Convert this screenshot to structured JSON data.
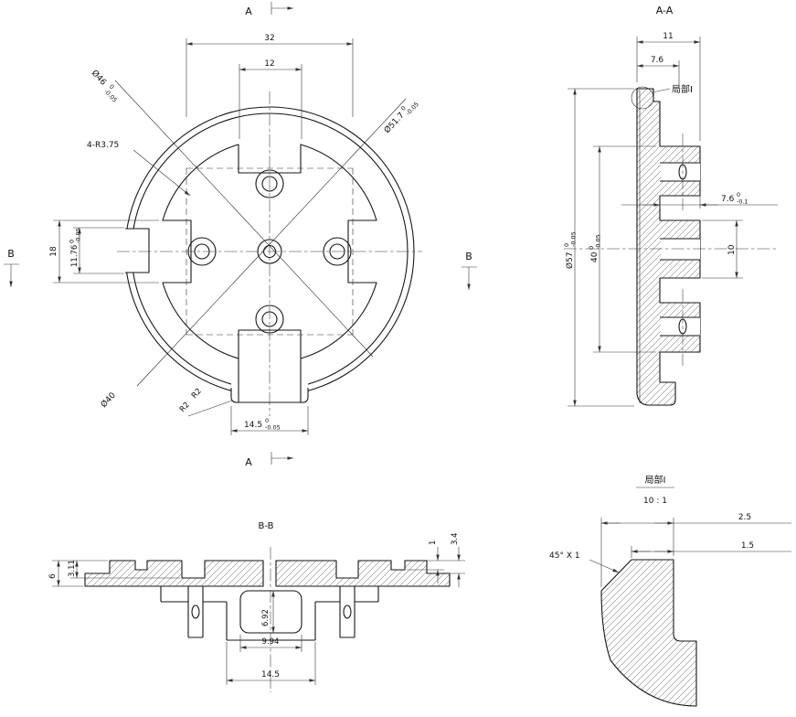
{
  "drawing": {
    "front": {
      "section_marker_top": "A",
      "section_marker_bottom": "A",
      "section_marker_left": "B",
      "section_marker_right": "B",
      "dim_width_outer": "32",
      "dim_width_slot": "12",
      "dim_dia_46": {
        "value": "Ø46",
        "tol_upper": "0",
        "tol_lower": "-0.05"
      },
      "dim_dia_517": {
        "value": "Ø51.7",
        "tol_upper": "0",
        "tol_lower": "-0.05"
      },
      "dim_radius_callout": "4-R3.75",
      "dim_height_18": "18",
      "dim_height_1176": {
        "value": "11.76",
        "tol_upper": "0",
        "tol_lower": "-0.05"
      },
      "dim_dia_40": "Ø40",
      "dim_r2_a": "R2",
      "dim_r2_b": "R2",
      "dim_width_145": {
        "value": "14.5",
        "tol_upper": "0",
        "tol_lower": "-0.05"
      }
    },
    "section_aa": {
      "title": "A-A",
      "dim_11": "11",
      "dim_76": "7.6",
      "detail_callout": "局部I",
      "dim_dia_57": {
        "value": "Ø57",
        "tol_upper": "0",
        "tol_lower": "-0.05"
      },
      "dim_40": {
        "value": "40",
        "tol_upper": "0",
        "tol_lower": "-0.05"
      },
      "dim_76_tol": {
        "value": "7.6",
        "tol_upper": "0",
        "tol_lower": "-0.1"
      },
      "dim_10": "10"
    },
    "section_bb": {
      "title": "B-B",
      "dim_6": "6",
      "dim_311": "3.11",
      "dim_1": "1",
      "dim_34": "3.4",
      "dim_692": "6.92",
      "dim_994": "9.94",
      "dim_145": "14.5"
    },
    "detail": {
      "title": "局部I",
      "scale": "10 : 1",
      "dim_25": "2.5",
      "dim_15": "1.5",
      "chamfer": "45° X 1"
    }
  }
}
